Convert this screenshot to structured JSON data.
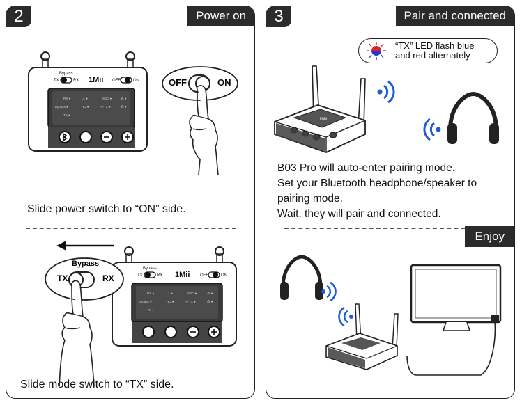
{
  "step2": {
    "number": "2",
    "title": "Power on",
    "device": {
      "bypass_label": "Bypass",
      "tx_label": "TX",
      "rx_label": "RX",
      "brand": "1Mii",
      "off_label": "OFF",
      "on_label": "ON"
    },
    "switch_callout": {
      "off": "OFF",
      "on": "ON"
    },
    "caption_power": "Slide power switch to “ON” side.",
    "mode_callout": {
      "bypass": "Bypass",
      "tx": "TX",
      "rx": "RX"
    },
    "caption_mode": "Slide mode switch to “TX” side."
  },
  "step3": {
    "number": "3",
    "title": "Pair and  connected",
    "led_note_line1": "“TX” LED flash blue",
    "led_note_line2": "and red alternately",
    "device_brand": "1Mii",
    "instructions": [
      "B03 Pro will auto-enter pairing mode.",
      "Set your Bluetooth headphone/speaker to",
      "pairing mode.",
      "Wait, they will pair and connected."
    ],
    "enjoy": "Enjoy"
  },
  "colors": {
    "panel_header": "#2b2b2b",
    "led_blue": "#1f3bd1",
    "led_red": "#e0202a",
    "bt_wave": "#1e5bd6"
  }
}
